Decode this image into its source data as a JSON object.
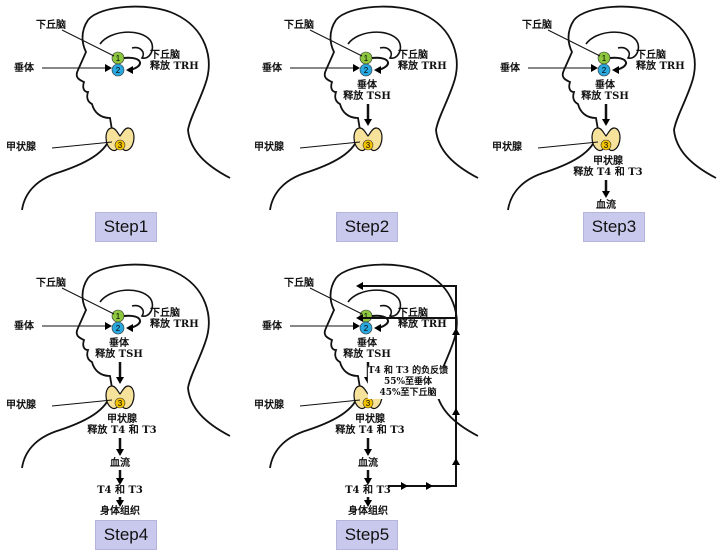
{
  "labels": {
    "hypothalamus": "下丘脑",
    "pituitary": "垂体",
    "thyroid": "甲状腺",
    "trh": "下丘脑\n释放 TRH",
    "tsh": "垂体\n释放 TSH",
    "t4t3_release": "甲状腺\n释放 T4 和 T3",
    "blood": "血流",
    "t4t3": "T4 和 T3",
    "tissue": "身体组织",
    "feedback": "T4 和 T3 的负反馈\n55%至垂体\n45%至下丘脑"
  },
  "markers": {
    "m1": "1",
    "m2": "2",
    "m3": "3"
  },
  "colors": {
    "m1": "#8dc63f",
    "m2": "#29a8e0",
    "m3": "#f5c400",
    "thyroid": "#f6e29a",
    "button": "#c9c9ee"
  },
  "steps": [
    {
      "label": "Step1",
      "show_tsh": false,
      "show_t4t3": false,
      "show_tissue": false,
      "show_feedback": false
    },
    {
      "label": "Step2",
      "show_tsh": true,
      "show_t4t3": false,
      "show_tissue": false,
      "show_feedback": false
    },
    {
      "label": "Step3",
      "show_tsh": true,
      "show_t4t3": true,
      "show_tissue": false,
      "show_feedback": false
    },
    {
      "label": "Step4",
      "show_tsh": true,
      "show_t4t3": true,
      "show_tissue": true,
      "show_feedback": false
    },
    {
      "label": "Step5",
      "show_tsh": true,
      "show_t4t3": true,
      "show_tissue": true,
      "show_feedback": true
    }
  ]
}
